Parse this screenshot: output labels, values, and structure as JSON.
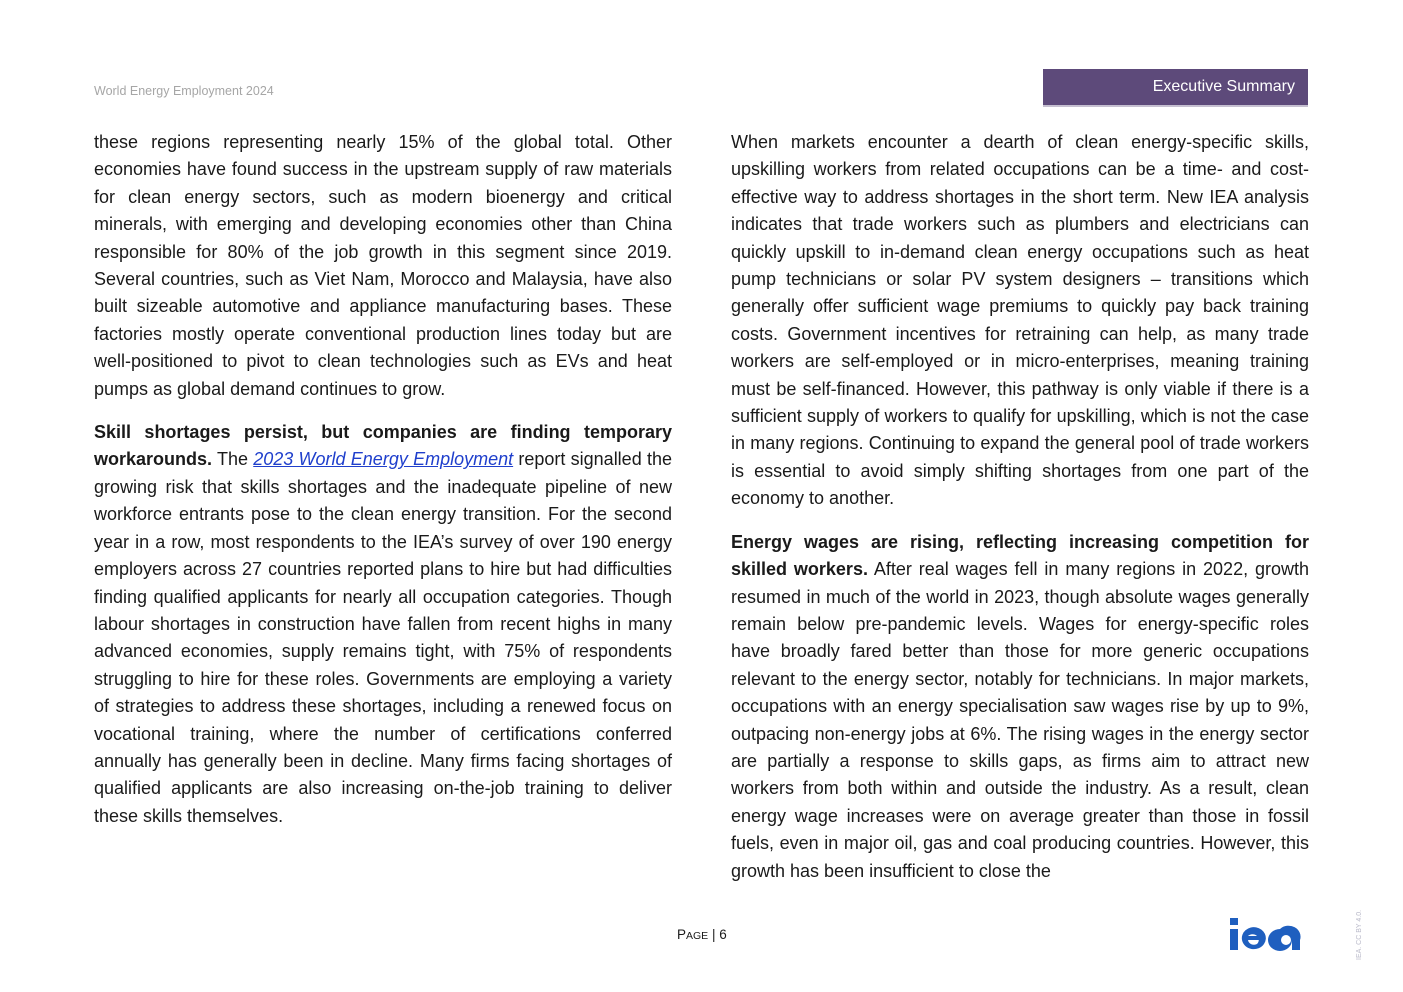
{
  "header": {
    "running_title": "World Energy Employment 2024",
    "section_tab": "Executive Summary"
  },
  "left_column": {
    "p1": "these regions representing nearly 15% of the global total. Other economies have found success in the upstream supply of raw materials for clean energy sectors, such as modern bioenergy and critical minerals, with emerging and developing economies other than China responsible for 80% of the job growth in this segment since 2019. Several countries, such as Viet Nam, Morocco and Malaysia, have also built sizeable automotive and appliance manufacturing bases. These factories mostly operate conventional production lines today but are well-positioned to pivot to clean technologies such as EVs and heat pumps as global demand continues to grow.",
    "p2_bold": "Skill shortages persist, but companies are finding temporary workarounds.",
    "p2_pre_link": " The ",
    "p2_link": "2023 World Energy Employment",
    "p2_rest": " report signalled the growing risk that skills shortages and the inadequate pipeline of new workforce entrants pose to the clean energy transition. For the second year in a row, most respondents to the IEA’s survey of over 190 energy employers across 27 countries reported plans to hire but had difficulties finding qualified applicants for nearly all occupation categories. Though labour shortages in construction have fallen from recent highs in many advanced economies, supply remains tight, with 75% of respondents struggling to hire for these roles. Governments are employing a variety of strategies to address these shortages, including a renewed focus on vocational training, where the number of certifications conferred annually has generally been in decline. Many firms facing shortages of qualified applicants are also increasing on-the-job training to deliver these skills themselves."
  },
  "right_column": {
    "p1": "When markets encounter a dearth of clean energy-specific skills, upskilling workers from related occupations can be a time- and cost-effective way to address shortages in the short term. New IEA analysis indicates that trade workers such as plumbers and electricians can quickly upskill to in-demand clean energy occupations such as heat pump technicians or solar PV system designers – transitions which generally offer sufficient wage premiums to quickly pay back training costs. Government incentives for retraining can help, as many trade workers are self-employed or in micro-enterprises, meaning training must be self-financed. However, this pathway is only viable if there is a sufficient supply of workers to qualify for upskilling, which is not the case in many regions. Continuing to expand the general pool of trade workers is essential to avoid simply shifting shortages from one part of the economy to another.",
    "p2_bold": "Energy wages are rising, reflecting increasing competition for skilled workers.",
    "p2_rest": " After real wages fell in many regions in 2022, growth resumed in much of the world in 2023, though absolute wages generally remain below pre-pandemic levels. Wages for energy-specific roles have broadly fared better than those for more generic occupations relevant to the energy sector, notably for technicians. In major markets, occupations with an energy specialisation saw wages rise by up to 9%, outpacing non-energy jobs at 6%. The rising wages in the energy sector are partially a response to skills gaps, as firms aim to attract new workers from both within and outside the industry. As a result, clean energy wage increases were on average greater than those in fossil fuels, even in major oil, gas and coal producing countries. However, this growth has been insufficient to close the"
  },
  "footer": {
    "page_initial": "P",
    "page_rest": "AGE",
    "page_separator": " | ",
    "page_number": "6",
    "logo_text": "iea",
    "license": "IEA. CC BY 4.0."
  },
  "colors": {
    "section_tab_bg": "#5d4a7a",
    "logo_blue": "#1f5fbf",
    "link_blue": "#1f3fcc"
  },
  "icons": [
    "iea-logo"
  ]
}
